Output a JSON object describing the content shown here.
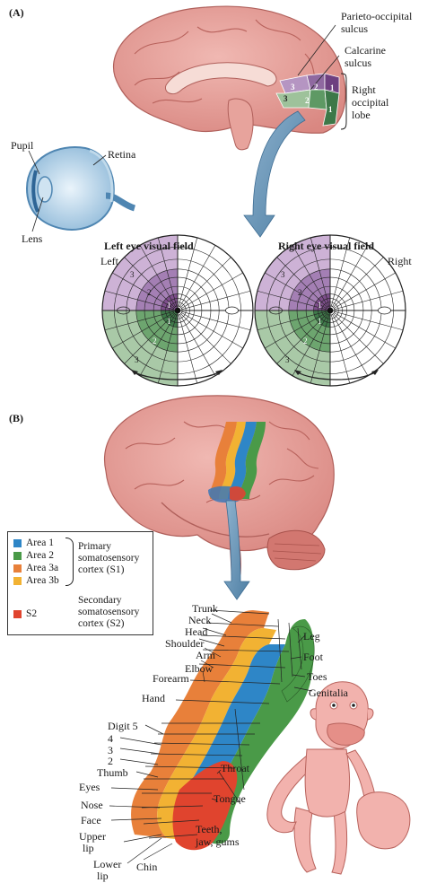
{
  "panel_a": {
    "label": "(A)",
    "brain_labels": {
      "parieto_occipital": [
        "Parieto-occipital",
        "sulcus"
      ],
      "calcarine": [
        "Calcarine",
        "sulcus"
      ],
      "right_occipital": [
        "Right",
        "occipital",
        "lobe"
      ],
      "region_numbers": [
        "3",
        "2",
        "1",
        "3",
        "2",
        "1"
      ]
    },
    "eye_labels": {
      "pupil": "Pupil",
      "retina": "Retina",
      "lens": "Lens"
    },
    "visual_fields": {
      "left_title": "Left eye visual field",
      "right_title": "Right eye visual field",
      "left_side": "Left",
      "right_side": "Right",
      "numbers": [
        "3",
        "2",
        "1",
        "1",
        "2",
        "3"
      ]
    },
    "colors": {
      "purple_dark": "#7e4e8c",
      "purple_light": "#cdb2d6",
      "green_dark": "#3f7a4a",
      "green_light": "#a9c9a7",
      "arrow": "#5b86a8"
    }
  },
  "panel_b": {
    "label": "(B)",
    "legend": {
      "items": [
        {
          "label": "Area 1",
          "color": "#2e86c7"
        },
        {
          "label": "Area 2",
          "color": "#4a9a48"
        },
        {
          "label": "Area 3a",
          "color": "#e8803a"
        },
        {
          "label": "Area 3b",
          "color": "#f2b233"
        }
      ],
      "primary": [
        "Primary",
        "somatosensory",
        "cortex (S1)"
      ],
      "s2_label": "S2",
      "s2_color": "#e0442e",
      "secondary": [
        "Secondary",
        "somatosensory",
        "cortex (S2)"
      ]
    },
    "body_map": {
      "trunk": "Trunk",
      "neck": "Neck",
      "head": "Head",
      "shoulder": "Shoulder",
      "arm": "Arm",
      "elbow": "Elbow",
      "forearm": "Forearm",
      "hand": "Hand",
      "digit5": "Digit 5",
      "d4": "4",
      "d3": "3",
      "d2": "2",
      "thumb": "Thumb",
      "eyes": "Eyes",
      "nose": "Nose",
      "face": "Face",
      "upper_lip": [
        "Upper",
        "lip"
      ],
      "lower_lip": [
        "Lower",
        "lip"
      ],
      "chin": "Chin",
      "leg": "Leg",
      "foot": "Foot",
      "toes": "Toes",
      "genitalia": "Genitalia",
      "throat": "Throat",
      "tongue": "Tongue",
      "teeth": [
        "Teeth,",
        "jaw, gums"
      ]
    }
  }
}
